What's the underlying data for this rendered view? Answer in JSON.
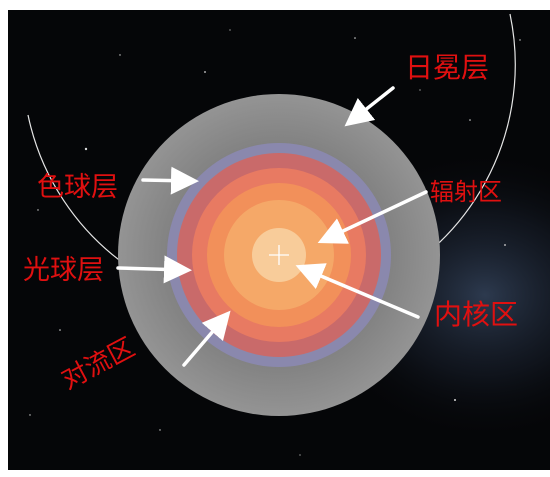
{
  "labels": {
    "corona": "日冕层",
    "chromosphere": "色球层",
    "photosphere": "光球层",
    "radiative_zone": "辐射区",
    "core": "内核区",
    "convective_zone": "对流区"
  },
  "colors": {
    "background": "#050608",
    "label": "#e01010",
    "corona": "#8a8a8a",
    "chromosphere": "#8a88ad",
    "photosphere": "#c96a6a",
    "convective_outer": "#e87a62",
    "convective_inner": "#f2905a",
    "radiative_zone": "#f5a868",
    "core": "#f8cc9a",
    "arrow": "#ffffff",
    "orbit": "#e6e6e6"
  }
}
